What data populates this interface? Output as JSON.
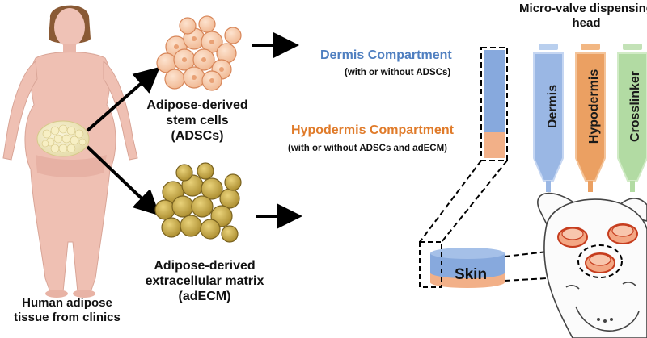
{
  "source": {
    "label": "Human adipose tissue from clinics"
  },
  "branches": {
    "adscs": "Adipose-derived stem cells (ADSCs)",
    "adecm": "Adipose-derived extracellular matrix (adECM)"
  },
  "compartments": {
    "dermis": {
      "title": "Dermis Compartment",
      "note": "(with or without ADSCs)",
      "color": "#4f7fc0"
    },
    "hypodermis": {
      "title": "Hypodermis Compartment",
      "note": "(with or without ADSCs and adECM)",
      "color": "#e07b2a"
    }
  },
  "dispensing_head": {
    "title": "Micro-valve dispensing head",
    "syringes": [
      {
        "label": "Dermis",
        "color": "#8fb0e0"
      },
      {
        "label": "Hypodermis",
        "color": "#ea9a55"
      },
      {
        "label": "Crosslinker",
        "color": "#a9d59b"
      }
    ]
  },
  "construct": {
    "label": "Skin"
  }
}
